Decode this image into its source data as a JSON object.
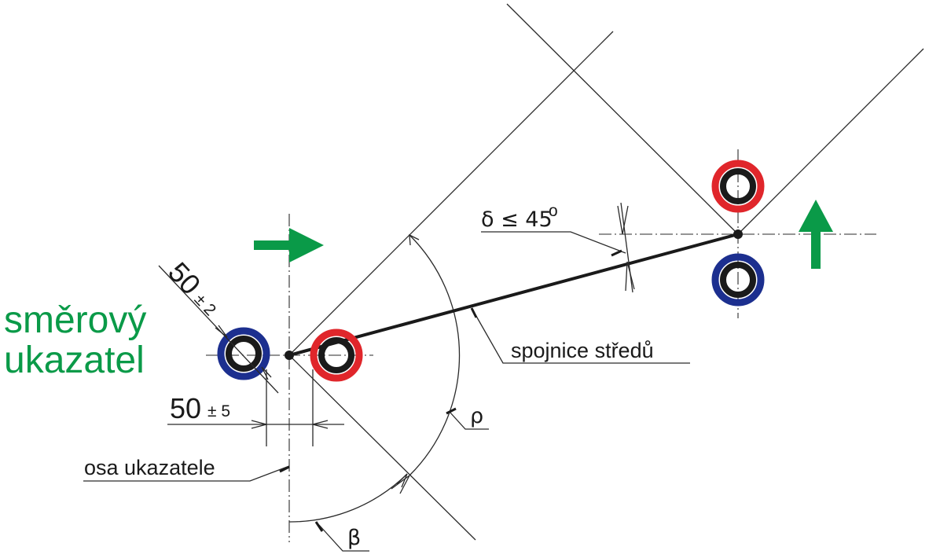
{
  "title": {
    "line1": "směrový",
    "line2": "ukazatel"
  },
  "dimensions": {
    "diameter_value": "50",
    "diameter_tol": "± 2",
    "spacing_value": "50",
    "spacing_tol": "± 5"
  },
  "labels": {
    "axis": "osa ukazatele",
    "connection": "spojnice středů",
    "delta": "δ ≤ 45",
    "delta_sup": "o",
    "rho": "ρ",
    "beta": "β"
  },
  "colors": {
    "brand_green": "#0a9a48",
    "arrow_green": "#0a9a48",
    "ring_blue": "#1c2f8f",
    "ring_red": "#e0262b",
    "ring_black": "#1a1a1a"
  },
  "icons": {
    "right_arrow": "arrow-right-icon",
    "up_arrow": "arrow-up-icon"
  }
}
